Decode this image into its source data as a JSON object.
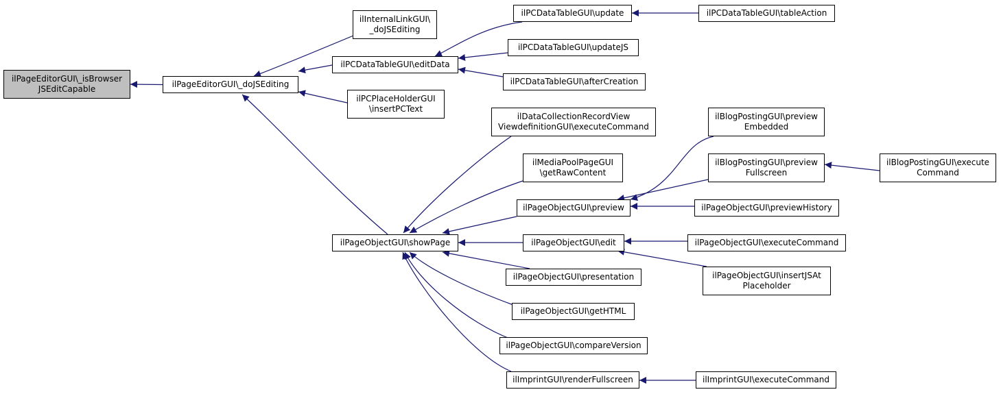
{
  "diagram": {
    "colors": {
      "edge": "#191970",
      "box_border": "#000000",
      "root_fill": "#bfbfbf"
    },
    "nodes": [
      {
        "id": "n0",
        "lines": [
          "ilPageEditorGUI\\_isBrowser",
          "JSEditCapable"
        ],
        "root": true
      },
      {
        "id": "n1",
        "lines": [
          "ilPageEditorGUI\\_doJSEditing"
        ]
      },
      {
        "id": "n2",
        "lines": [
          "ilInternalLinkGUI\\",
          "_doJSEditing"
        ]
      },
      {
        "id": "n3",
        "lines": [
          "ilPCDataTableGUI\\editData"
        ]
      },
      {
        "id": "n4",
        "lines": [
          "ilPCPlaceHolderGUI",
          "\\insertPCText"
        ]
      },
      {
        "id": "n5",
        "lines": [
          "ilPageObjectGUI\\showPage"
        ]
      },
      {
        "id": "n6",
        "lines": [
          "ilPCDataTableGUI\\update"
        ]
      },
      {
        "id": "n7",
        "lines": [
          "ilPCDataTableGUI\\updateJS"
        ]
      },
      {
        "id": "n8",
        "lines": [
          "ilPCDataTableGUI\\afterCreation"
        ]
      },
      {
        "id": "n9",
        "lines": [
          "ilDataCollectionRecordView",
          "ViewdefinitionGUI\\executeCommand"
        ]
      },
      {
        "id": "n10",
        "lines": [
          "ilMediaPoolPageGUI",
          "\\getRawContent"
        ]
      },
      {
        "id": "n11",
        "lines": [
          "ilPageObjectGUI\\preview"
        ]
      },
      {
        "id": "n12",
        "lines": [
          "ilPageObjectGUI\\edit"
        ]
      },
      {
        "id": "n13",
        "lines": [
          "ilPageObjectGUI\\presentation"
        ]
      },
      {
        "id": "n14",
        "lines": [
          "ilPageObjectGUI\\getHTML"
        ]
      },
      {
        "id": "n15",
        "lines": [
          "ilPageObjectGUI\\compareVersion"
        ]
      },
      {
        "id": "n16",
        "lines": [
          "ilImprintGUI\\renderFullscreen"
        ]
      },
      {
        "id": "n17",
        "lines": [
          "ilPCDataTableGUI\\tableAction"
        ]
      },
      {
        "id": "n18",
        "lines": [
          "ilBlogPostingGUI\\preview",
          "Embedded"
        ]
      },
      {
        "id": "n19",
        "lines": [
          "ilBlogPostingGUI\\preview",
          "Fullscreen"
        ]
      },
      {
        "id": "n20",
        "lines": [
          "ilPageObjectGUI\\previewHistory"
        ]
      },
      {
        "id": "n21",
        "lines": [
          "ilPageObjectGUI\\executeCommand"
        ]
      },
      {
        "id": "n22",
        "lines": [
          "ilPageObjectGUI\\insertJSAt",
          "Placeholder"
        ]
      },
      {
        "id": "n23",
        "lines": [
          "ilImprintGUI\\executeCommand"
        ]
      },
      {
        "id": "n24",
        "lines": [
          "ilBlogPostingGUI\\execute",
          "Command"
        ]
      }
    ],
    "edges": [
      [
        "n1",
        "n0"
      ],
      [
        "n2",
        "n1"
      ],
      [
        "n3",
        "n1"
      ],
      [
        "n4",
        "n1"
      ],
      [
        "n5",
        "n1"
      ],
      [
        "n6",
        "n3"
      ],
      [
        "n7",
        "n3"
      ],
      [
        "n8",
        "n3"
      ],
      [
        "n17",
        "n6"
      ],
      [
        "n9",
        "n5"
      ],
      [
        "n10",
        "n5"
      ],
      [
        "n11",
        "n5"
      ],
      [
        "n12",
        "n5"
      ],
      [
        "n13",
        "n5"
      ],
      [
        "n14",
        "n5"
      ],
      [
        "n15",
        "n5"
      ],
      [
        "n16",
        "n5"
      ],
      [
        "n18",
        "n11"
      ],
      [
        "n19",
        "n11"
      ],
      [
        "n20",
        "n11"
      ],
      [
        "n24",
        "n19"
      ],
      [
        "n21",
        "n12"
      ],
      [
        "n22",
        "n12"
      ],
      [
        "n23",
        "n16"
      ]
    ]
  }
}
